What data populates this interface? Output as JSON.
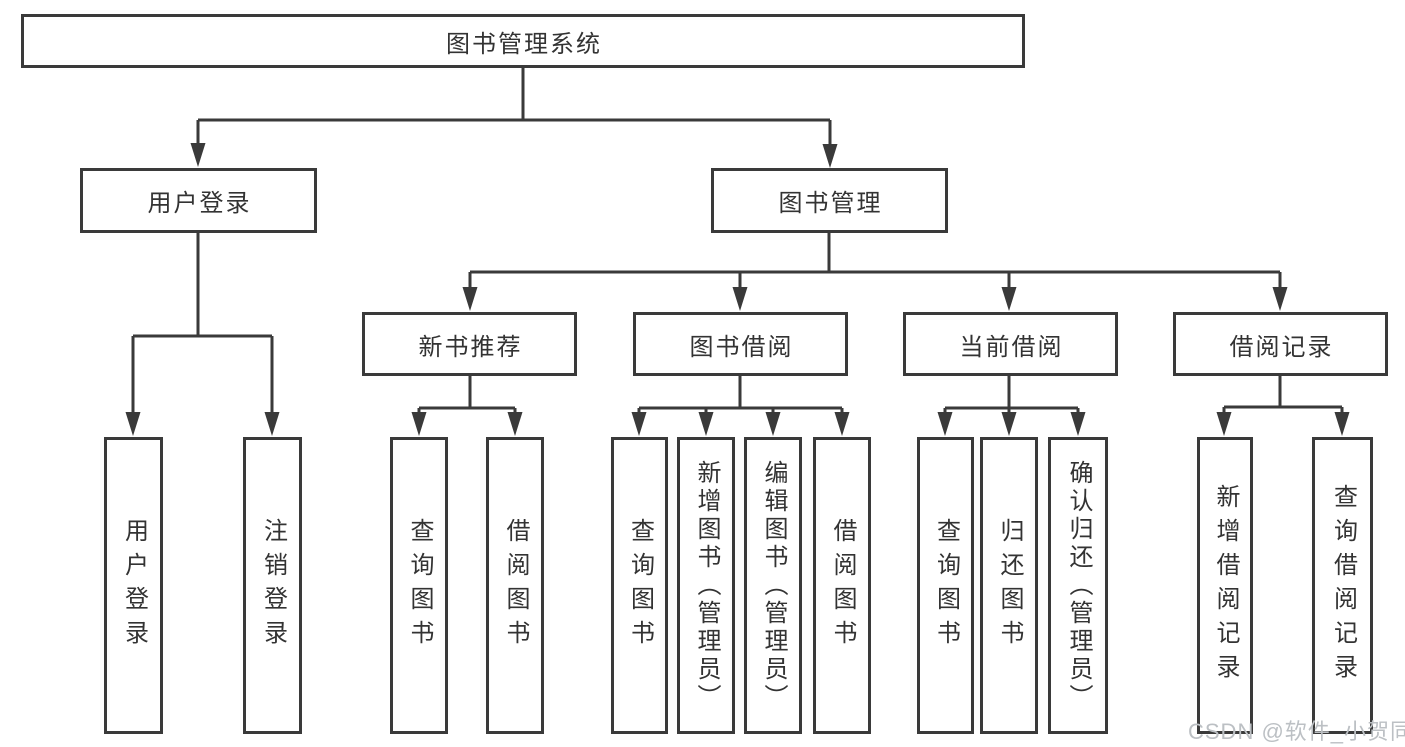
{
  "diagram": {
    "root": "图书管理系统",
    "user_login": {
      "label": "用户登录",
      "children": [
        "用户登录",
        "注销登录"
      ]
    },
    "book_management": {
      "label": "图书管理",
      "sections": [
        {
          "label": "新书推荐",
          "children": [
            "查询图书",
            "借阅图书"
          ]
        },
        {
          "label": "图书借阅",
          "children": [
            "查询图书",
            "新增图书（管理员）",
            "编辑图书（管理员）",
            "借阅图书"
          ]
        },
        {
          "label": "当前借阅",
          "children": [
            "查询图书",
            "归还图书",
            "确认归还（管理员）"
          ]
        },
        {
          "label": "借阅记录",
          "children": [
            "新增借阅记录",
            "查询借阅记录"
          ]
        }
      ]
    }
  },
  "watermark": {
    "text": "CSDN @软件_小贺同学",
    "color": "#bcc0c4"
  },
  "colors": {
    "line": "#3a3a3a",
    "text": "#333333",
    "background": "#ffffff"
  }
}
